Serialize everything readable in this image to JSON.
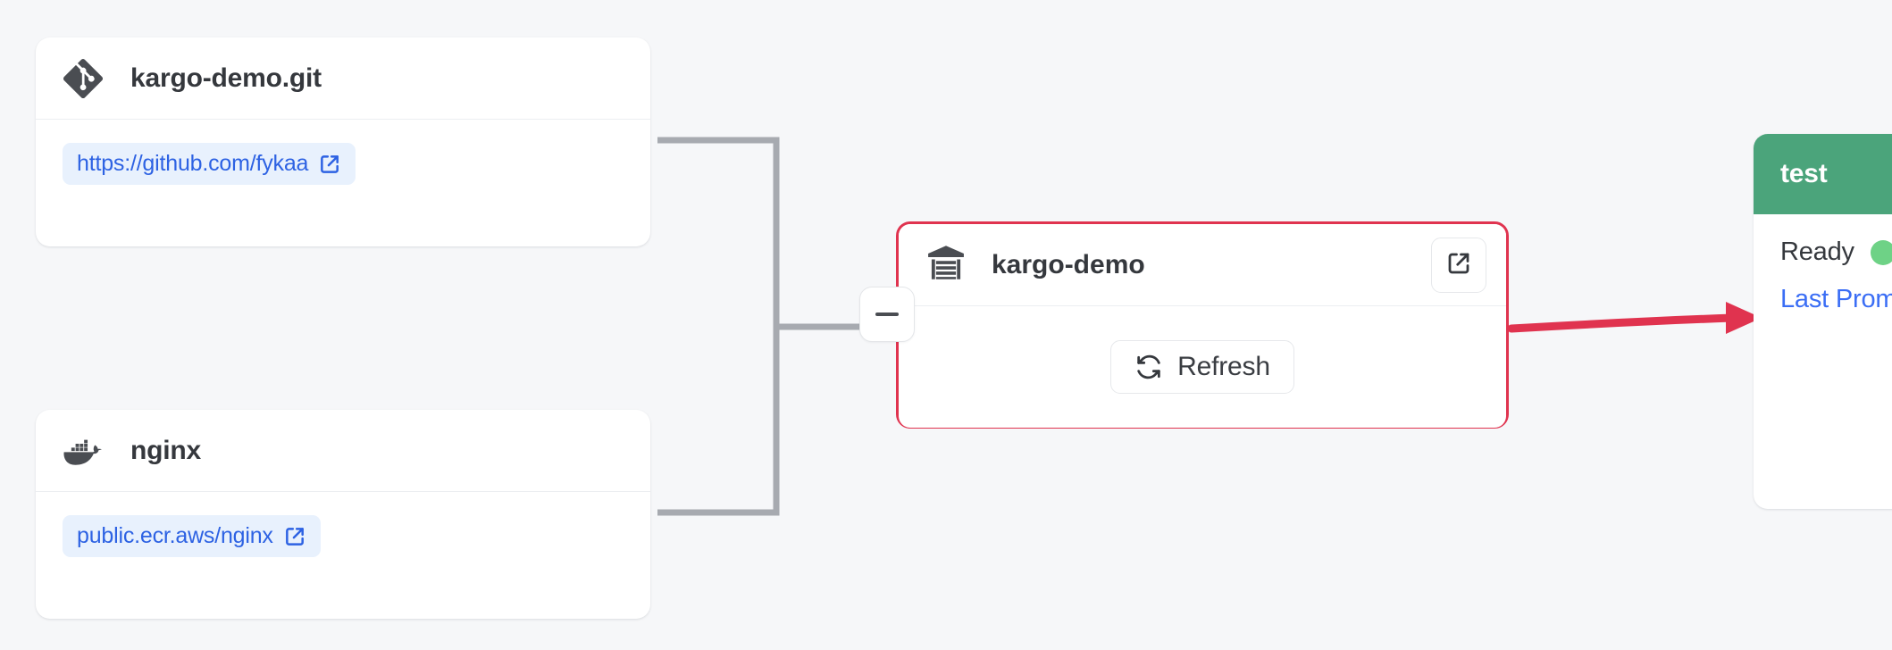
{
  "canvas": {
    "background": "#f6f7f9",
    "accent_red": "#e0334f",
    "accent_green": "#4ba47b",
    "accent_blue": "#2d62e3",
    "edge_gray": "#a7aab0"
  },
  "nodes": {
    "git_repo": {
      "icon": "git-icon",
      "title": "kargo-demo.git",
      "url_chip": {
        "label": "https://github.com/fykaa",
        "icon": "external-link-icon"
      }
    },
    "image_repo": {
      "icon": "docker-icon",
      "title": "nginx",
      "url_chip": {
        "label": "public.ecr.aws/nginx",
        "icon": "external-link-icon"
      }
    },
    "warehouse": {
      "icon": "warehouse-icon",
      "title": "kargo-demo",
      "open_button_icon": "external-link-icon",
      "refresh_button": {
        "label": "Refresh",
        "icon": "refresh-icon"
      },
      "collapse_handle": {
        "icon": "minus-icon",
        "label": "−"
      }
    },
    "stage_test": {
      "name": "test",
      "status_label": "Ready",
      "status_color": "#6ed286",
      "last_promotion_label": "Last Prom"
    }
  }
}
